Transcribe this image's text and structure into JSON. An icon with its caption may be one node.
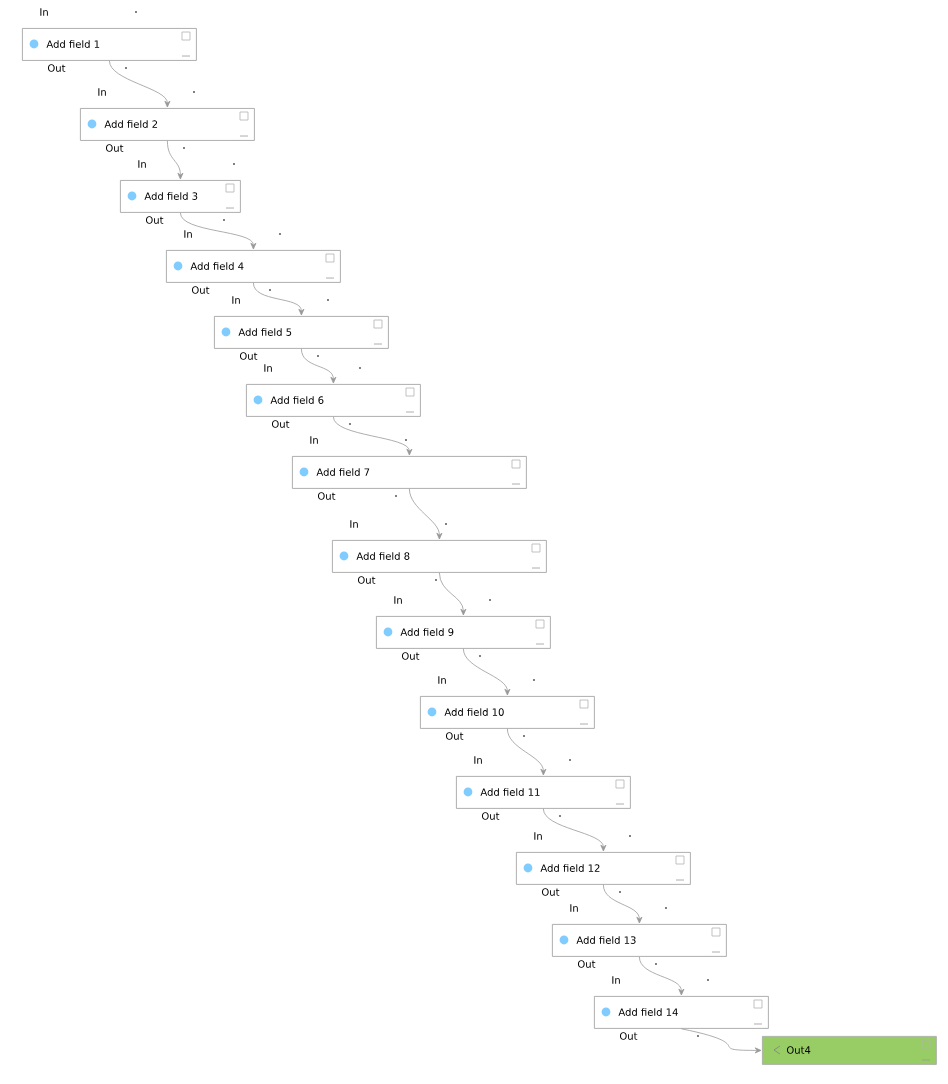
{
  "diagram": {
    "nodes": [
      {
        "text": [
          "Add field 1"
        ],
        "beside": [
          "In",
          "Out"
        ]
      },
      {
        "text": [
          "Add field 2"
        ],
        "beside": [
          "In",
          "Out"
        ]
      },
      {
        "text": [
          "Add field 3"
        ],
        "beside": [
          "In",
          "Out"
        ]
      },
      {
        "text": [
          "Add field 4"
        ],
        "beside": [
          "In",
          "Out"
        ]
      },
      {
        "text": [
          "Add field 5"
        ],
        "beside": [
          "In",
          "Out"
        ]
      },
      {
        "text": [
          "Add field 6"
        ],
        "beside": [
          "In",
          "Out"
        ]
      },
      {
        "text": [
          "Add field 7"
        ],
        "beside": [
          "In",
          "Out"
        ]
      },
      {
        "text": [
          "Add field 8"
        ],
        "beside": [
          "In",
          "Out"
        ]
      },
      {
        "text": [
          "Add field 9"
        ],
        "beside": [
          "In",
          "Out"
        ]
      },
      {
        "text": [
          "Add field 10"
        ],
        "beside": [
          "In",
          "Out"
        ]
      },
      {
        "text": [
          "Add field 11"
        ],
        "beside": [
          "In",
          "Out"
        ]
      },
      {
        "text": [
          "Add field 12"
        ],
        "beside": [
          "In",
          "Out"
        ]
      },
      {
        "text": [
          "Add field 13"
        ],
        "beside": [
          "In",
          "Out"
        ]
      },
      {
        "text": [
          "Add field 14"
        ],
        "beside": [
          "In",
          "Out"
        ]
      },
      {
        "text": [
          "Out4"
        ]
      }
    ],
    "edges": [
      {
        "from": 0,
        "to": 1,
        "arrow": "to"
      },
      {
        "from": 1,
        "to": 2,
        "arrow": "to"
      },
      {
        "from": 2,
        "to": 3,
        "arrow": "to"
      },
      {
        "from": 3,
        "to": 4,
        "arrow": "to"
      },
      {
        "from": 4,
        "to": 5,
        "arrow": "to"
      },
      {
        "from": 5,
        "to": 6,
        "arrow": "to"
      },
      {
        "from": 6,
        "to": 7,
        "arrow": "to"
      },
      {
        "from": 7,
        "to": 8,
        "arrow": "to"
      },
      {
        "from": 8,
        "to": 9,
        "arrow": "to"
      },
      {
        "from": 9,
        "to": 10,
        "arrow": "to"
      },
      {
        "from": 10,
        "to": 11,
        "arrow": "to"
      },
      {
        "from": 11,
        "to": 12,
        "arrow": "to"
      },
      {
        "from": 12,
        "to": 13,
        "arrow": "to"
      },
      {
        "from": 13,
        "to": 14,
        "arrow": "to"
      }
    ]
  }
}
